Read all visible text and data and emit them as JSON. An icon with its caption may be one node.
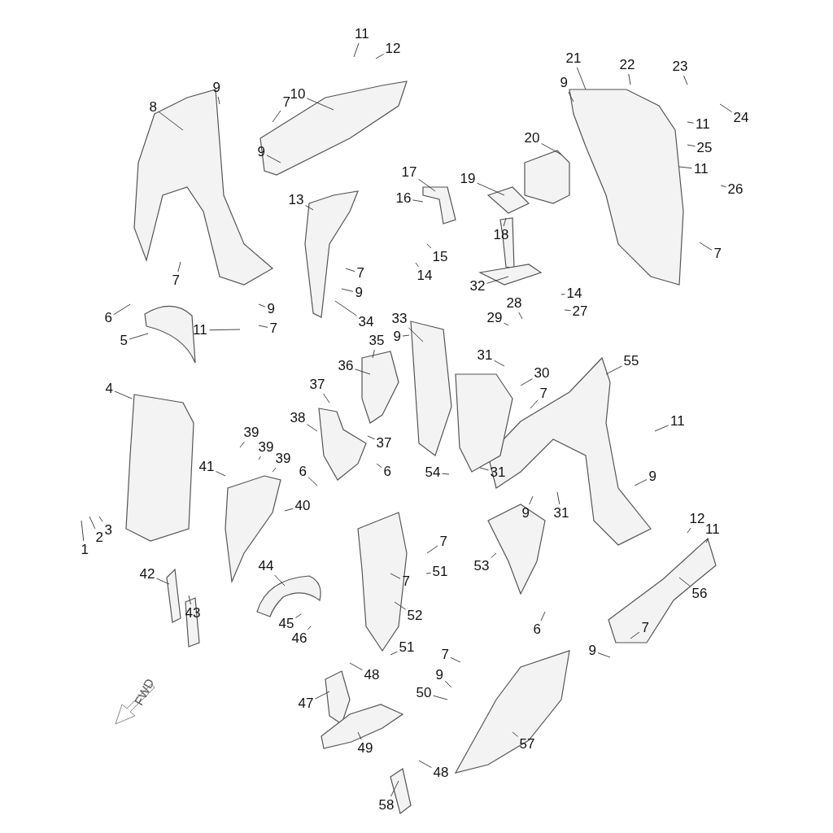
{
  "diagram": {
    "nodes": [
      {
        "text": [
          "11"
        ]
      },
      {
        "text": [
          "12"
        ]
      },
      {
        "text": [
          "21"
        ]
      },
      {
        "text": [
          "22"
        ]
      },
      {
        "text": [
          "23"
        ]
      },
      {
        "text": [
          "9"
        ]
      },
      {
        "text": [
          "8"
        ]
      },
      {
        "text": [
          "9"
        ]
      },
      {
        "text": [
          "10"
        ]
      },
      {
        "text": [
          "7"
        ]
      },
      {
        "text": [
          "24"
        ]
      },
      {
        "text": [
          "11"
        ]
      },
      {
        "text": [
          "20"
        ]
      },
      {
        "text": [
          "9"
        ]
      },
      {
        "text": [
          "25"
        ]
      },
      {
        "text": [
          "11"
        ]
      },
      {
        "text": [
          "26"
        ]
      },
      {
        "text": [
          "17"
        ]
      },
      {
        "text": [
          "16"
        ]
      },
      {
        "text": [
          "19"
        ]
      },
      {
        "text": [
          "13"
        ]
      },
      {
        "text": [
          "18"
        ]
      },
      {
        "text": [
          "15"
        ]
      },
      {
        "text": [
          "7"
        ]
      },
      {
        "text": [
          "14"
        ]
      },
      {
        "text": [
          "7"
        ]
      },
      {
        "text": [
          "7"
        ]
      },
      {
        "text": [
          "32"
        ]
      },
      {
        "text": [
          "14"
        ]
      },
      {
        "text": [
          "9"
        ]
      },
      {
        "text": [
          "27"
        ]
      },
      {
        "text": [
          "6"
        ]
      },
      {
        "text": [
          "28"
        ]
      },
      {
        "text": [
          "29"
        ]
      },
      {
        "text": [
          "9"
        ]
      },
      {
        "text": [
          "34"
        ]
      },
      {
        "text": [
          "11"
        ]
      },
      {
        "text": [
          "7"
        ]
      },
      {
        "text": [
          "5"
        ]
      },
      {
        "text": [
          "33"
        ]
      },
      {
        "text": [
          "9"
        ]
      },
      {
        "text": [
          "35"
        ]
      },
      {
        "text": [
          "31"
        ]
      },
      {
        "text": [
          "36"
        ]
      },
      {
        "text": [
          "30"
        ]
      },
      {
        "text": [
          "55"
        ]
      },
      {
        "text": [
          "4"
        ]
      },
      {
        "text": [
          "7"
        ]
      },
      {
        "text": [
          "37"
        ]
      },
      {
        "text": [
          "38"
        ]
      },
      {
        "text": [
          "11"
        ]
      },
      {
        "text": [
          "37"
        ]
      },
      {
        "text": [
          "39"
        ]
      },
      {
        "text": [
          "39"
        ]
      },
      {
        "text": [
          "39"
        ]
      },
      {
        "text": [
          "41"
        ]
      },
      {
        "text": [
          "6"
        ]
      },
      {
        "text": [
          "6"
        ]
      },
      {
        "text": [
          "54"
        ]
      },
      {
        "text": [
          "31"
        ]
      },
      {
        "text": [
          "9"
        ]
      },
      {
        "text": [
          "40"
        ]
      },
      {
        "text": [
          "9"
        ]
      },
      {
        "text": [
          "31"
        ]
      },
      {
        "text": [
          "1"
        ]
      },
      {
        "text": [
          "2"
        ]
      },
      {
        "text": [
          "3"
        ]
      },
      {
        "text": [
          "12"
        ]
      },
      {
        "text": [
          "11"
        ]
      },
      {
        "text": [
          "7"
        ]
      },
      {
        "text": [
          "44"
        ]
      },
      {
        "text": [
          "51"
        ]
      },
      {
        "text": [
          "53"
        ]
      },
      {
        "text": [
          "42"
        ]
      },
      {
        "text": [
          "7"
        ]
      },
      {
        "text": [
          "52"
        ]
      },
      {
        "text": [
          "56"
        ]
      },
      {
        "text": [
          "43"
        ]
      },
      {
        "text": [
          "6"
        ]
      },
      {
        "text": [
          "7"
        ]
      },
      {
        "text": [
          "45"
        ]
      },
      {
        "text": [
          "46"
        ]
      },
      {
        "text": [
          "51"
        ]
      },
      {
        "text": [
          "9"
        ]
      },
      {
        "text": [
          "48"
        ]
      },
      {
        "text": [
          "7"
        ]
      },
      {
        "text": [
          "9"
        ]
      },
      {
        "text": [
          "50"
        ]
      },
      {
        "text": [
          "47"
        ]
      },
      {
        "text": [
          "57"
        ]
      },
      {
        "text": [
          "49"
        ]
      },
      {
        "text": [
          "48"
        ]
      },
      {
        "text": [
          "58"
        ]
      }
    ],
    "edges": [
      {
        "from": 0,
        "to": null,
        "arrow": "none"
      },
      {
        "from": 1,
        "to": null,
        "arrow": "none"
      },
      {
        "from": 2,
        "to": null,
        "arrow": "none"
      },
      {
        "from": 3,
        "to": null,
        "arrow": "none"
      },
      {
        "from": 4,
        "to": null,
        "arrow": "none"
      },
      {
        "from": 5,
        "to": null,
        "arrow": "none"
      },
      {
        "from": 6,
        "to": null,
        "arrow": "none"
      },
      {
        "from": 7,
        "to": null,
        "arrow": "none"
      },
      {
        "from": 8,
        "to": null,
        "arrow": "none"
      },
      {
        "from": 9,
        "to": null,
        "arrow": "none"
      },
      {
        "from": 10,
        "to": null,
        "arrow": "none"
      },
      {
        "from": 11,
        "to": null,
        "arrow": "none"
      },
      {
        "from": 12,
        "to": null,
        "arrow": "none"
      },
      {
        "from": 13,
        "to": null,
        "arrow": "none"
      },
      {
        "from": 14,
        "to": null,
        "arrow": "none"
      },
      {
        "from": 15,
        "to": null,
        "arrow": "none"
      },
      {
        "from": 16,
        "to": null,
        "arrow": "none"
      },
      {
        "from": 17,
        "to": null,
        "arrow": "none"
      },
      {
        "from": 18,
        "to": null,
        "arrow": "none"
      },
      {
        "from": 19,
        "to": null,
        "arrow": "none"
      },
      {
        "from": 20,
        "to": null,
        "arrow": "none"
      },
      {
        "from": 21,
        "to": null,
        "arrow": "none"
      },
      {
        "from": 22,
        "to": null,
        "arrow": "none"
      },
      {
        "from": 23,
        "to": null,
        "arrow": "none"
      },
      {
        "from": 24,
        "to": null,
        "arrow": "none"
      },
      {
        "from": 25,
        "to": null,
        "arrow": "none"
      },
      {
        "from": 26,
        "to": null,
        "arrow": "none"
      },
      {
        "from": 27,
        "to": null,
        "arrow": "none"
      },
      {
        "from": 28,
        "to": null,
        "arrow": "none"
      },
      {
        "from": 29,
        "to": null,
        "arrow": "none"
      },
      {
        "from": 30,
        "to": null,
        "arrow": "none"
      },
      {
        "from": 31,
        "to": null,
        "arrow": "none"
      },
      {
        "from": 32,
        "to": null,
        "arrow": "none"
      },
      {
        "from": 33,
        "to": null,
        "arrow": "none"
      },
      {
        "from": 34,
        "to": null,
        "arrow": "none"
      },
      {
        "from": 35,
        "to": null,
        "arrow": "none"
      },
      {
        "from": 36,
        "to": null,
        "arrow": "none"
      },
      {
        "from": 37,
        "to": null,
        "arrow": "none"
      },
      {
        "from": 38,
        "to": null,
        "arrow": "none"
      },
      {
        "from": 39,
        "to": null,
        "arrow": "none"
      },
      {
        "from": 40,
        "to": null,
        "arrow": "none"
      },
      {
        "from": 41,
        "to": null,
        "arrow": "none"
      },
      {
        "from": 42,
        "to": null,
        "arrow": "none"
      },
      {
        "from": 43,
        "to": null,
        "arrow": "none"
      },
      {
        "from": 44,
        "to": null,
        "arrow": "none"
      },
      {
        "from": 45,
        "to": null,
        "arrow": "none"
      },
      {
        "from": 46,
        "to": null,
        "arrow": "none"
      },
      {
        "from": 47,
        "to": null,
        "arrow": "none"
      },
      {
        "from": 48,
        "to": null,
        "arrow": "none"
      },
      {
        "from": 49,
        "to": null,
        "arrow": "none"
      },
      {
        "from": 50,
        "to": null,
        "arrow": "none"
      },
      {
        "from": 51,
        "to": null,
        "arrow": "none"
      },
      {
        "from": 52,
        "to": null,
        "arrow": "none"
      },
      {
        "from": 53,
        "to": null,
        "arrow": "none"
      },
      {
        "from": 54,
        "to": null,
        "arrow": "none"
      },
      {
        "from": 55,
        "to": null,
        "arrow": "none"
      },
      {
        "from": 56,
        "to": null,
        "arrow": "none"
      },
      {
        "from": 57,
        "to": null,
        "arrow": "none"
      },
      {
        "from": 58,
        "to": null,
        "arrow": "none"
      },
      {
        "from": 59,
        "to": null,
        "arrow": "none"
      },
      {
        "from": 60,
        "to": null,
        "arrow": "none"
      },
      {
        "from": 61,
        "to": null,
        "arrow": "none"
      },
      {
        "from": 62,
        "to": null,
        "arrow": "none"
      },
      {
        "from": 63,
        "to": null,
        "arrow": "none"
      },
      {
        "from": 64,
        "to": null,
        "arrow": "none"
      },
      {
        "from": 65,
        "to": null,
        "arrow": "none"
      },
      {
        "from": 66,
        "to": null,
        "arrow": "none"
      },
      {
        "from": 67,
        "to": null,
        "arrow": "none"
      },
      {
        "from": 68,
        "to": null,
        "arrow": "none"
      },
      {
        "from": 69,
        "to": null,
        "arrow": "none"
      },
      {
        "from": 70,
        "to": null,
        "arrow": "none"
      },
      {
        "from": 71,
        "to": null,
        "arrow": "none"
      },
      {
        "from": 72,
        "to": null,
        "arrow": "none"
      },
      {
        "from": 73,
        "to": null,
        "arrow": "none"
      },
      {
        "from": 74,
        "to": null,
        "arrow": "none"
      },
      {
        "from": 75,
        "to": null,
        "arrow": "none"
      },
      {
        "from": 76,
        "to": null,
        "arrow": "none"
      },
      {
        "from": 77,
        "to": null,
        "arrow": "none"
      },
      {
        "from": 78,
        "to": null,
        "arrow": "none"
      },
      {
        "from": 79,
        "to": null,
        "arrow": "none"
      },
      {
        "from": 80,
        "to": null,
        "arrow": "none"
      },
      {
        "from": 81,
        "to": null,
        "arrow": "none"
      },
      {
        "from": 82,
        "to": null,
        "arrow": "none"
      },
      {
        "from": 83,
        "to": null,
        "arrow": "none"
      },
      {
        "from": 84,
        "to": null,
        "arrow": "none"
      },
      {
        "from": 85,
        "to": null,
        "arrow": "none"
      },
      {
        "from": 86,
        "to": null,
        "arrow": "none"
      },
      {
        "from": 87,
        "to": null,
        "arrow": "none"
      },
      {
        "from": 88,
        "to": null,
        "arrow": "none"
      },
      {
        "from": 89,
        "to": null,
        "arrow": "none"
      },
      {
        "from": 90,
        "to": null,
        "arrow": "none"
      },
      {
        "from": 91,
        "to": null,
        "arrow": "none"
      },
      {
        "from": 92,
        "to": null,
        "arrow": "none"
      }
    ],
    "labels": [
      "FWD"
    ]
  }
}
